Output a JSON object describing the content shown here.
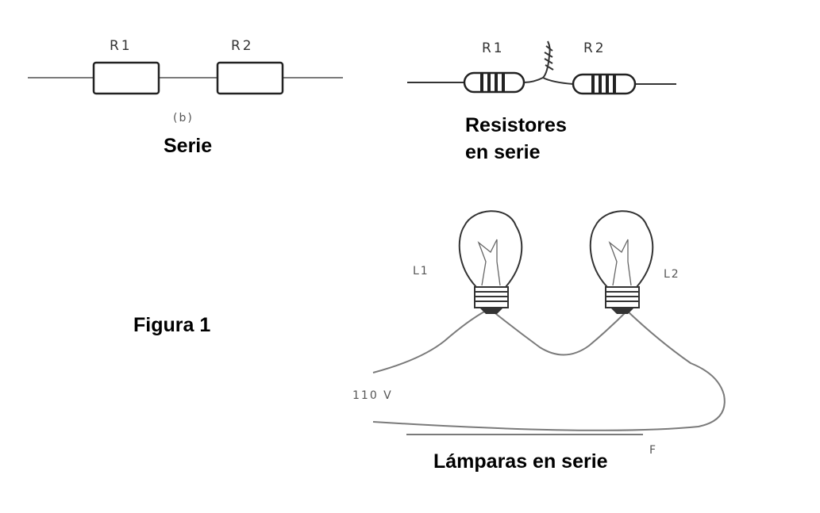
{
  "diagram": {
    "schematic": {
      "r1_label": "R1",
      "r2_label": "R2",
      "sub_label": "(b)",
      "caption": "Serie"
    },
    "resistors": {
      "r1_label": "R1",
      "r2_label": "R2",
      "caption_line1": "Resistores",
      "caption_line2": "en serie"
    },
    "figure_label": "Figura 1",
    "lamps": {
      "l1_label": "L1",
      "l2_label": "L2",
      "voltage_label": "110 V",
      "f_label": "F",
      "caption": "Lámparas en serie"
    }
  }
}
